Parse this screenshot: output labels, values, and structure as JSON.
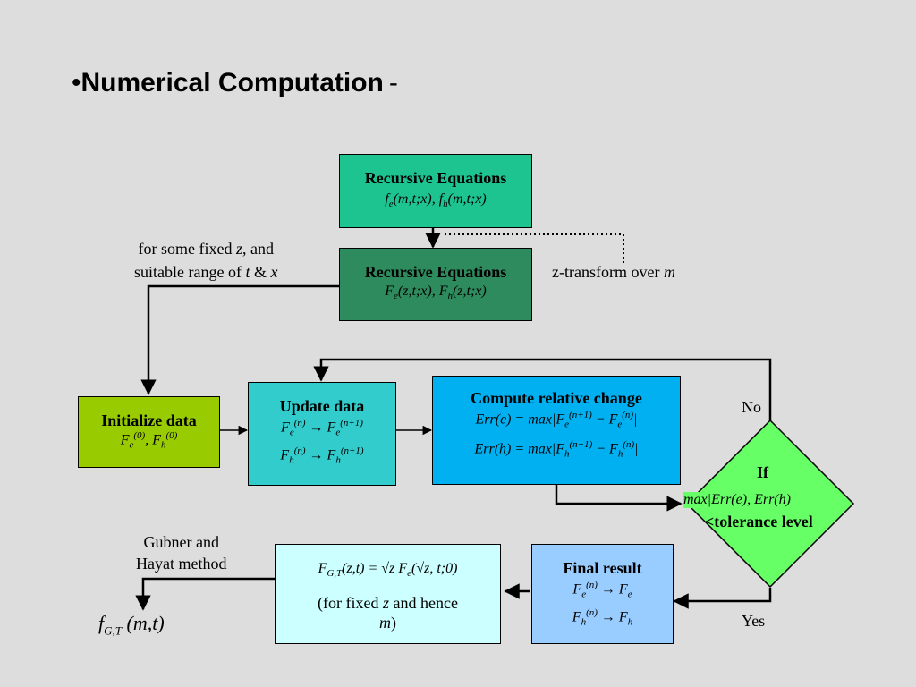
{
  "heading": {
    "bullet": "•",
    "title": "Numerical Computation",
    "dash": "-"
  },
  "boxes": {
    "rec1": {
      "title": "Recursive Equations",
      "formula": "f_e(m,t;x), f_h(m,t;x)"
    },
    "rec2": {
      "title": "Recursive Equations",
      "formula": "F_e(z,t;x), F_h(z,t;x)"
    },
    "init": {
      "title": "Initialize data",
      "formula": "F_e^(0), F_h^(0)"
    },
    "update": {
      "title": "Update data",
      "line1": "F_e^(n) → F_e^(n+1)",
      "line2": "F_h^(n) → F_h^(n+1)"
    },
    "compute": {
      "title": "Compute relative change",
      "line1": "Err(e) = max|F_e^(n+1) − F_e^(n)|",
      "line2": "Err(h) = max|F_h^(n+1) − F_h^(n)|"
    },
    "decision": {
      "title": "If",
      "line1": "max|Err(e), Err(h)|",
      "line2": "<tolerance level"
    },
    "final": {
      "title": "Final result",
      "line1": "F_e^(n) → F_e",
      "line2": "F_h^(n) → F_h"
    },
    "inverse": {
      "formula": "F_G,T(z,t) = √z F_e(√z, t; 0)",
      "note_pre": "(for fixed ",
      "note_var1": "z",
      "note_mid": " and hence",
      "note_var2": "m",
      "note_post": ")"
    }
  },
  "labels": {
    "fixed_line1_pre": "for some fixed ",
    "fixed_var_z": "z",
    "fixed_line1_post": ", and",
    "fixed_line2_pre": "suitable range of ",
    "fixed_var_t": "t",
    "fixed_amp": " & ",
    "fixed_var_x": "x",
    "ztransform_pre": "z-transform over ",
    "ztransform_var": "m",
    "no": "No",
    "yes": "Yes",
    "gubner_line1": "Gubner and",
    "gubner_line2": "Hayat method",
    "result": "f_G,T(m,t)"
  },
  "colors": {
    "background": "#dddddd",
    "rec1": "#1dc48f",
    "rec2": "#2e8b5e",
    "init": "#99cc00",
    "update": "#33cccc",
    "compute": "#00b0f0",
    "decision": "#66ff66",
    "final": "#99ccff",
    "inverse": "#ccffff"
  }
}
